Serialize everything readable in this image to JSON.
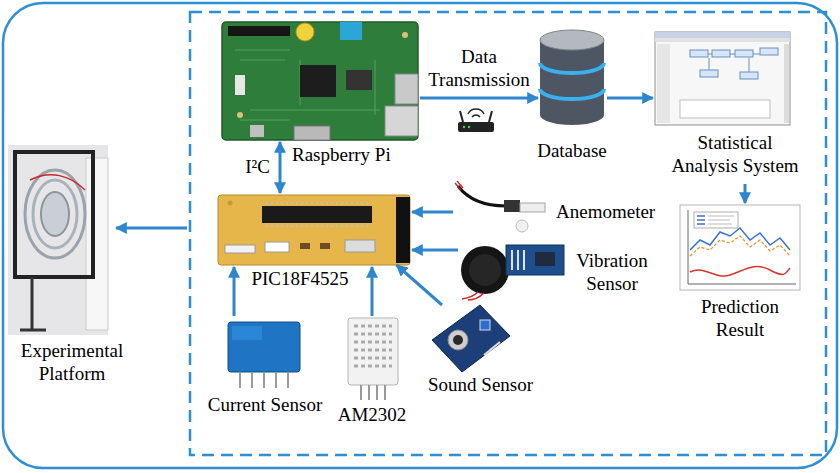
{
  "diagram": {
    "nodes": [
      {
        "text": [
          "Raspberry Pi"
        ]
      },
      {
        "text": [
          "Database"
        ]
      },
      {
        "text": [
          "Statistical Analysis System"
        ]
      },
      {
        "text": [
          "Prediction Result"
        ]
      },
      {
        "text": [
          "PIC18F4525"
        ]
      },
      {
        "text": [
          "Anemometer"
        ]
      },
      {
        "text": [
          "Vibration Sensor"
        ]
      },
      {
        "text": [
          "Sound Sensor"
        ]
      },
      {
        "text": [
          "AM2302"
        ]
      },
      {
        "text": [
          "Current Sensor"
        ]
      },
      {
        "text": [
          "Experimental Platform"
        ]
      }
    ],
    "edges": [
      {
        "from": 0,
        "to": 1,
        "arrow": "to",
        "label": "Data Transmission"
      },
      {
        "from": 1,
        "to": 2,
        "arrow": "to"
      },
      {
        "from": 2,
        "to": 3,
        "arrow": "to"
      },
      {
        "from": 4,
        "to": 0,
        "arrow": "both",
        "label": "I²C"
      },
      {
        "from": 5,
        "to": 4,
        "arrow": "to"
      },
      {
        "from": 6,
        "to": 4,
        "arrow": "to"
      },
      {
        "from": 7,
        "to": 4,
        "arrow": "to"
      },
      {
        "from": 8,
        "to": 4,
        "arrow": "to"
      },
      {
        "from": 9,
        "to": 4,
        "arrow": "to"
      }
    ]
  }
}
